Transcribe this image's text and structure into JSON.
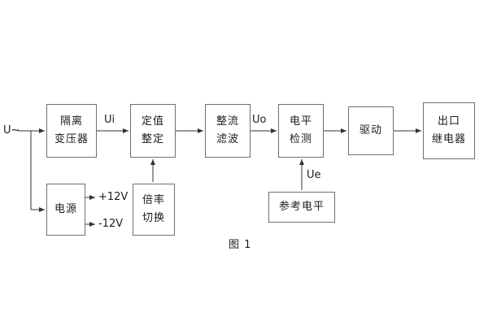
{
  "diagram": {
    "caption": "图 1",
    "input_label": "U~",
    "signals": {
      "ui": "Ui",
      "uo": "Uo",
      "ue": "Ue",
      "plus12v": "+12V",
      "minus12v": "-12V"
    },
    "blocks": {
      "isolation_transformer": {
        "line1": "隔离",
        "line2": "变压器"
      },
      "setting": {
        "line1": "定值",
        "line2": "整定"
      },
      "rectifier_filter": {
        "line1": "整流",
        "line2": "滤波"
      },
      "level_detection": {
        "line1": "电平",
        "line2": "检测"
      },
      "drive": {
        "label": "驱动"
      },
      "output_relay": {
        "line1": "出口",
        "line2": "继电器"
      },
      "power": {
        "label": "电源"
      },
      "rate_switch": {
        "line1": "倍率",
        "line2": "切换"
      },
      "reference_level": {
        "label": "参考电平"
      }
    }
  }
}
